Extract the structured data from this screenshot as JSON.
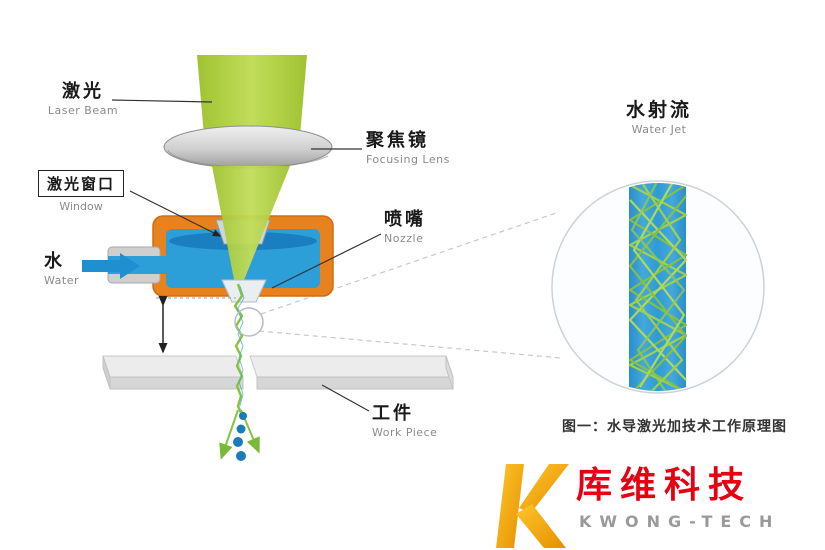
{
  "labels": {
    "laser": {
      "zh": "激光",
      "en": "Laser Beam"
    },
    "lens": {
      "zh": "聚焦镜",
      "en": "Focusing Lens"
    },
    "window": {
      "zh": "激光窗口",
      "en": "Window"
    },
    "nozzle": {
      "zh": "喷嘴",
      "en": "Nozzle"
    },
    "water": {
      "zh": "水",
      "en": "Water"
    },
    "workpiece": {
      "zh": "工件",
      "en": "Work Piece"
    },
    "waterjet": {
      "zh": "水射流",
      "en": "Water Jet"
    }
  },
  "caption": "图一：水导激光加技术工作原理图",
  "logo": {
    "name_zh": "库维科技",
    "name_en": "KWONG-TECH"
  },
  "colors": {
    "laser_green": "#a8cf35",
    "water_blue": "#2d9fd8",
    "nozzle_orange": "#e8821e",
    "brand_red": "#e60012",
    "brand_gold": "#f5a800"
  }
}
